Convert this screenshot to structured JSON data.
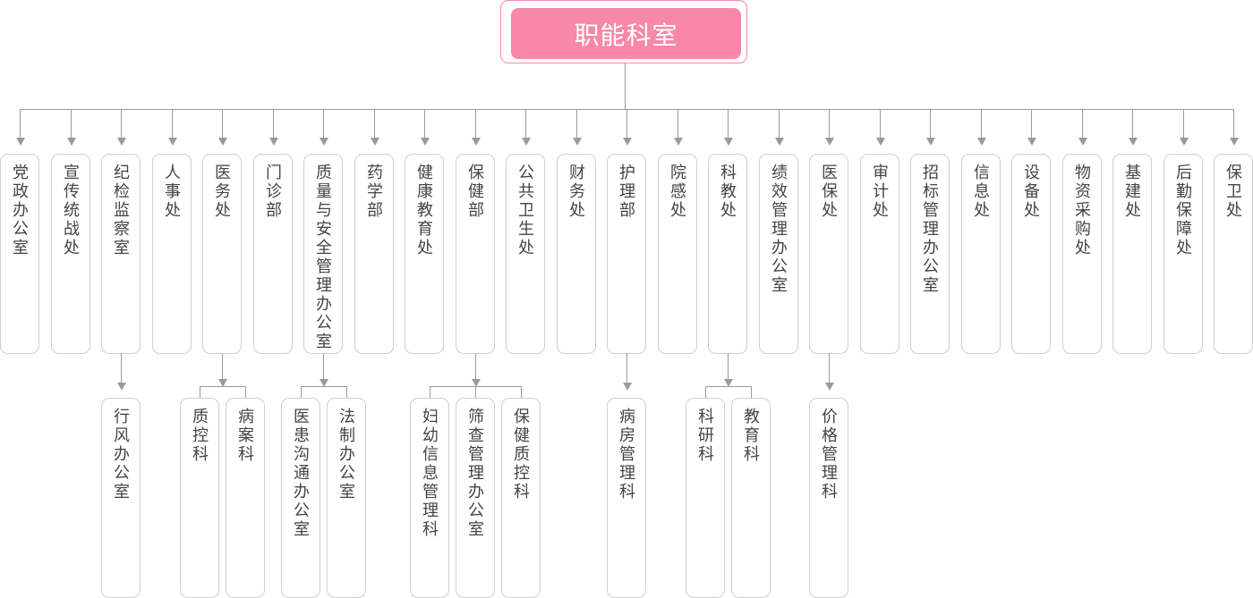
{
  "root": {
    "label": "职能科室",
    "color": "#f788a9"
  },
  "departments": [
    {
      "label": "党政办公室"
    },
    {
      "label": "宣传统战处"
    },
    {
      "label": "纪检监察室",
      "children": [
        "行风办公室"
      ]
    },
    {
      "label": "人事处"
    },
    {
      "label": "医务处",
      "children": [
        "质控科",
        "病案科"
      ]
    },
    {
      "label": "门诊部"
    },
    {
      "label": "质量与安全管理办公室",
      "children": [
        "医患沟通办公室",
        "法制办公室"
      ]
    },
    {
      "label": "药学部"
    },
    {
      "label": "健康教育处"
    },
    {
      "label": "保健部",
      "children": [
        "妇幼信息管理科",
        "筛查管理办公室",
        "保健质控科"
      ]
    },
    {
      "label": "公共卫生处"
    },
    {
      "label": "财务处"
    },
    {
      "label": "护理部",
      "children": [
        "病房管理科"
      ]
    },
    {
      "label": "院感处"
    },
    {
      "label": "科教处",
      "children": [
        "科研科",
        "教育科"
      ]
    },
    {
      "label": "绩效管理办公室"
    },
    {
      "label": "医保处",
      "children": [
        "价格管理科"
      ]
    },
    {
      "label": "审计处"
    },
    {
      "label": "招标管理办公室"
    },
    {
      "label": "信息处"
    },
    {
      "label": "设备处"
    },
    {
      "label": "物资采购处"
    },
    {
      "label": "基建处"
    },
    {
      "label": "后勤保障处"
    },
    {
      "label": "保卫处"
    }
  ]
}
